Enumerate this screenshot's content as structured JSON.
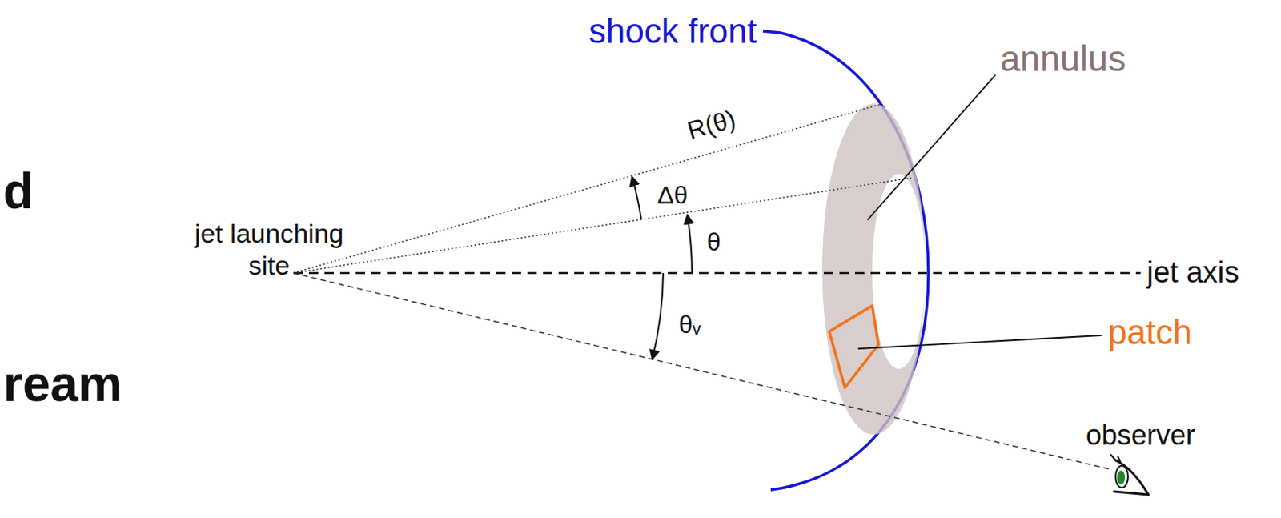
{
  "diagram": {
    "labels": [
      "d",
      "jet launching site",
      "ream",
      "shock front",
      "R(θ)",
      "Δθ",
      "θ",
      "θᵥ",
      "annulus",
      "patch",
      "jet axis",
      "observer"
    ]
  }
}
